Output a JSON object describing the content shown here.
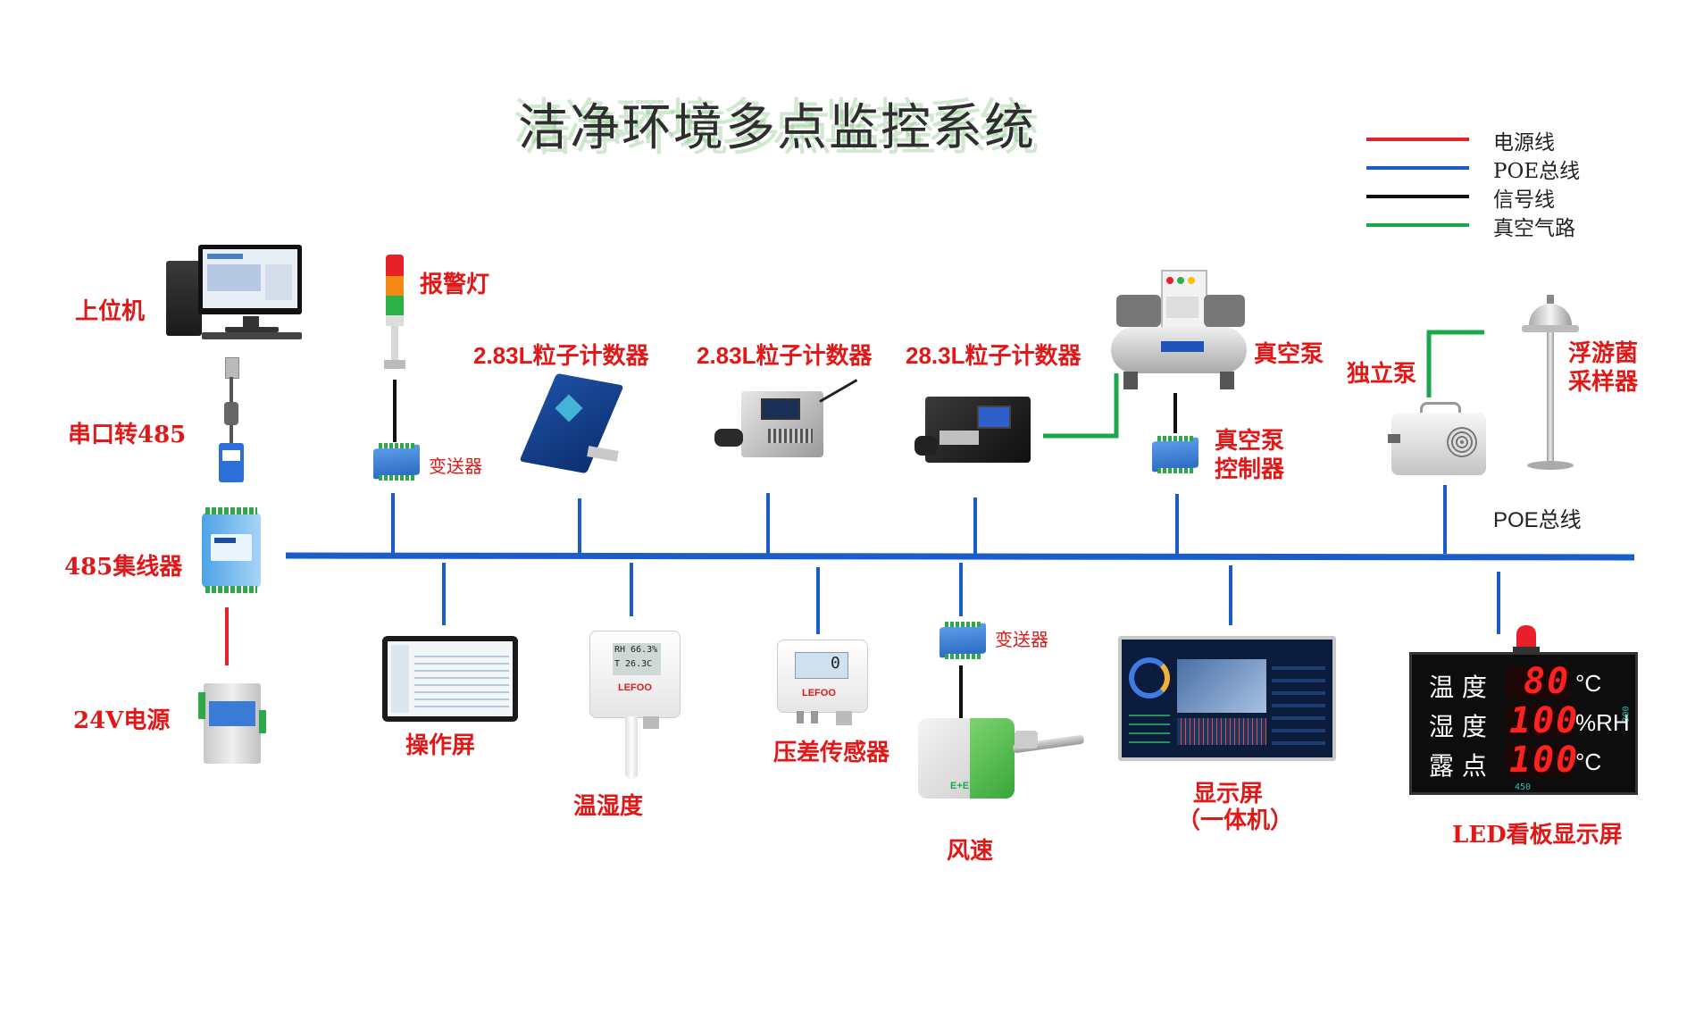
{
  "title": "洁净环境多点监控系统",
  "legend": [
    {
      "label": "电源线",
      "color": "#e8202a"
    },
    {
      "label": "POE总线",
      "color": "#1a5cc8"
    },
    {
      "label": "信号线",
      "color": "#111111"
    },
    {
      "label": "真空气路",
      "color": "#1aa84a"
    }
  ],
  "left_chain": {
    "host": "上位机",
    "serial": "串口转485",
    "hub": "485集线器",
    "power": "24V电源"
  },
  "top_devices": {
    "alarm_light": "报警灯",
    "transmitter": "变送器",
    "counter1": "2.83L粒子计数器",
    "counter2": "2.83L粒子计数器",
    "counter3": "28.3L粒子计数器",
    "vacuum_pump": "真空泵",
    "vacuum_controller": "真空泵\n控制器",
    "standalone_pump": "独立泵",
    "sampler": "浮游菌\n采样器",
    "poe_bus": "POE总线"
  },
  "bottom_devices": {
    "operation_screen": "操作屏",
    "temp_humidity": "温湿度",
    "pressure_sensor": "压差传感器",
    "transmitter": "变送器",
    "wind_speed": "风速",
    "display_screen": "显示屏",
    "display_screen_sub": "（一体机）",
    "led_board": "LED看板显示屏"
  },
  "led_panel": {
    "rows": [
      {
        "label": "温  度",
        "value": "80",
        "unit": "°C"
      },
      {
        "label": "湿  度",
        "value": "100",
        "unit": "%RH"
      },
      {
        "label": "露  点",
        "value": "100",
        "unit": "°C"
      }
    ],
    "dim_width": "450",
    "dim_height": "300"
  },
  "th_sensor": {
    "rh": "RH 66.3%",
    "t": "T  26.3C",
    "brand": "LEFOO"
  },
  "dp_sensor": {
    "value": "0",
    "brand": "LEFOO"
  },
  "wind_brand": "E+E"
}
